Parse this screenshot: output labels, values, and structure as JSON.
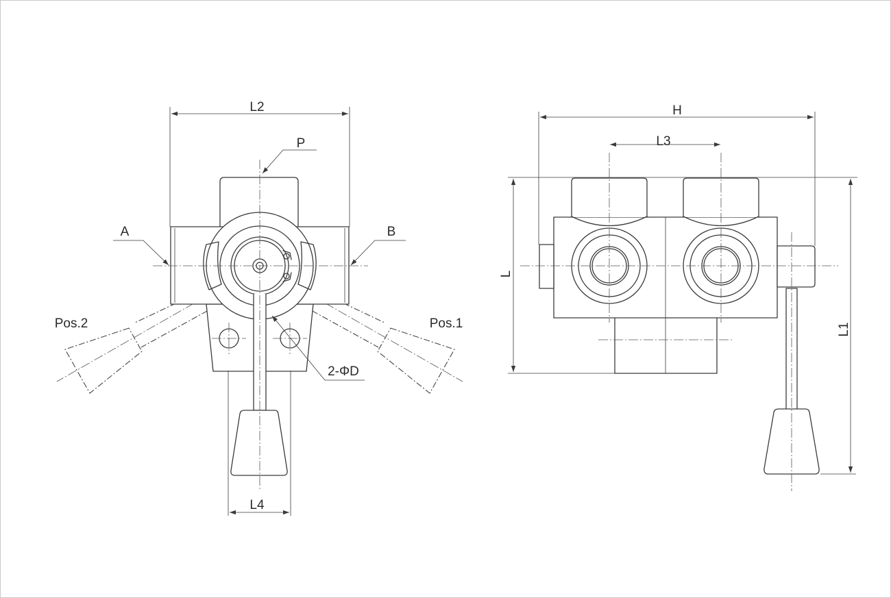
{
  "labels": {
    "l2": "L2",
    "p": "P",
    "a": "A",
    "b": "B",
    "pos2": "Pos.2",
    "pos1": "Pos.1",
    "phi_d": "2-ΦD",
    "l4": "L4",
    "h": "H",
    "l3": "L3",
    "l": "L",
    "l1": "L1"
  },
  "colors": {
    "line": "#3a3a3a",
    "frame": "#c8c8c8",
    "background": "#ffffff"
  }
}
